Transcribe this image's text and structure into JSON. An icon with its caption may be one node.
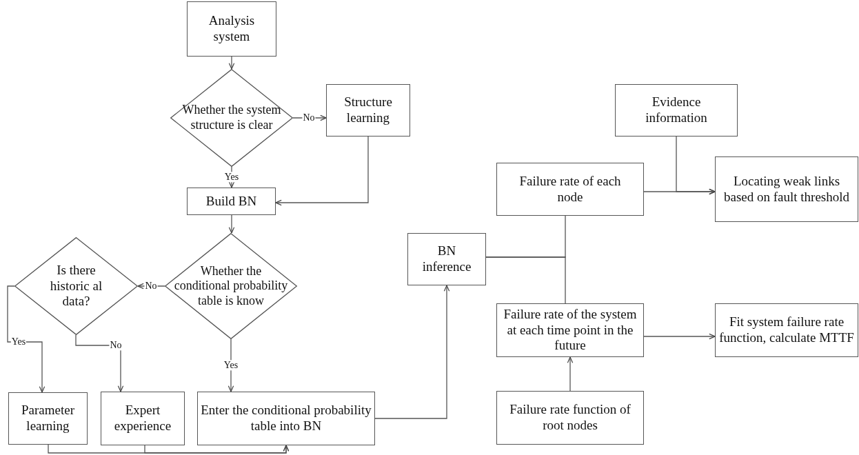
{
  "diagram": {
    "nodes": [
      {
        "text": [
          "Analysis system"
        ]
      },
      {
        "text": [
          "Whether the system structure is clear"
        ]
      },
      {
        "text": [
          "Structure learning"
        ]
      },
      {
        "text": [
          "Build BN"
        ]
      },
      {
        "text": [
          "Whether the conditional probability table is know"
        ]
      },
      {
        "text": [
          "Is there historic al data?"
        ]
      },
      {
        "text": [
          "Parameter learning"
        ]
      },
      {
        "text": [
          "Expert experience"
        ]
      },
      {
        "text": [
          "Enter the conditional probability table into BN"
        ]
      },
      {
        "text": [
          "BN inference"
        ]
      },
      {
        "text": [
          "Evidence information"
        ]
      },
      {
        "text": [
          "Failure rate of each node"
        ]
      },
      {
        "text": [
          "Locating weak links based on fault threshold"
        ]
      },
      {
        "text": [
          "Failure rate of the system at each time point in the future"
        ]
      },
      {
        "text": [
          "Fit system failure rate function, calculate MTTF"
        ]
      },
      {
        "text": [
          "Failure rate function of root nodes"
        ]
      }
    ],
    "edges": [
      {
        "from": 0,
        "to": 1,
        "arrow": "to"
      },
      {
        "from": 1,
        "to": 2,
        "arrow": "to",
        "label": "No"
      },
      {
        "from": 1,
        "to": 3,
        "arrow": "to",
        "label": "Yes"
      },
      {
        "from": 2,
        "to": 3,
        "arrow": "to"
      },
      {
        "from": 3,
        "to": 4,
        "arrow": "to"
      },
      {
        "from": 4,
        "to": 5,
        "arrow": "to",
        "label": "No"
      },
      {
        "from": 4,
        "to": 8,
        "arrow": "to",
        "label": "Yes"
      },
      {
        "from": 5,
        "to": 6,
        "arrow": "to",
        "label": "Yes"
      },
      {
        "from": 5,
        "to": 7,
        "arrow": "to",
        "label": "No"
      },
      {
        "from": 6,
        "to": 8,
        "arrow": "to"
      },
      {
        "from": 7,
        "to": 8,
        "arrow": "to"
      },
      {
        "from": 8,
        "to": 9,
        "arrow": "to"
      },
      {
        "from": 9,
        "to": 11,
        "arrow": "none"
      },
      {
        "from": 9,
        "to": 13,
        "arrow": "none"
      },
      {
        "from": 11,
        "to": 12,
        "arrow": "to"
      },
      {
        "from": 10,
        "to": 12,
        "arrow": "to"
      },
      {
        "from": 13,
        "to": 14,
        "arrow": "to"
      },
      {
        "from": 15,
        "to": 13,
        "arrow": "to"
      }
    ]
  }
}
